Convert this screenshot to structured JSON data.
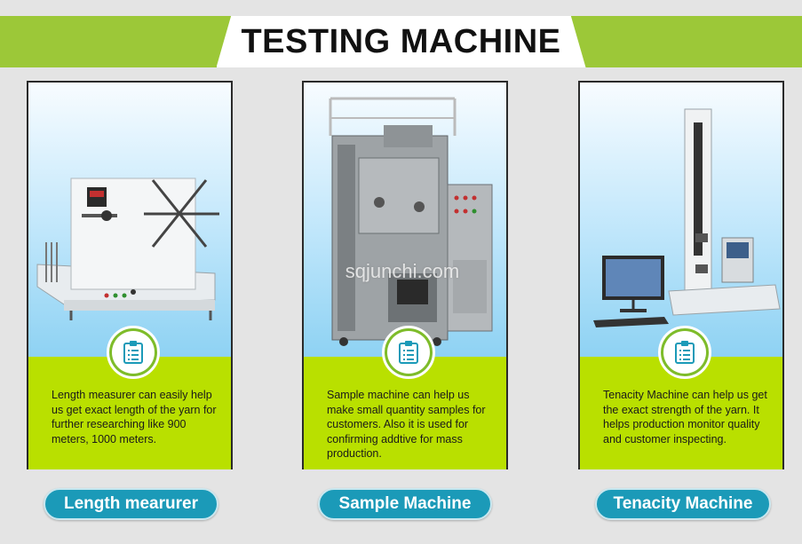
{
  "header": {
    "title": "TESTING MACHINE"
  },
  "watermark": "sqjunchi.com",
  "cards": [
    {
      "label": "Length mearurer",
      "description": "Length measurer can easily help us get exact length of the yarn for further researching like 900 meters, 1000 meters.",
      "icon": "clipboard-icon"
    },
    {
      "label": "Sample Machine",
      "description": "Sample machine can help us make small quantity samples for customers. Also it is used for confirming addtive for mass production.",
      "icon": "clipboard-icon"
    },
    {
      "label": "Tenacity Machine",
      "description": "Tenacity Machine can help us get the exact strength of the yarn. It helps production monitor quality and customer inspecting.",
      "icon": "clipboard-icon"
    }
  ],
  "colors": {
    "banner_green": "#9cc838",
    "desc_green": "#b9e000",
    "pill_blue": "#1b9ab8",
    "badge_green": "#7ebc2a"
  }
}
